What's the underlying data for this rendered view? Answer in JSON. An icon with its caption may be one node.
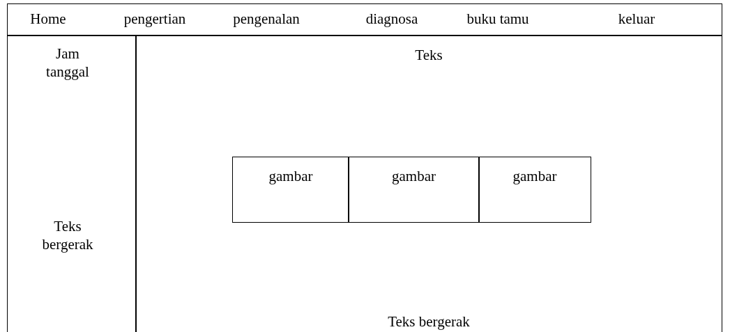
{
  "diagram": {
    "nodes": [
      {
        "text": [
          "gambar"
        ]
      },
      {
        "text": [
          "gambar"
        ]
      },
      {
        "text": [
          "gambar"
        ]
      }
    ],
    "labels": [
      "Home",
      "pengertian",
      "pengenalan",
      "diagnosa",
      "buku tamu",
      "keluar",
      "Jam tanggal",
      "Teks",
      "Teks bergerak",
      "Teks bergerak"
    ]
  }
}
